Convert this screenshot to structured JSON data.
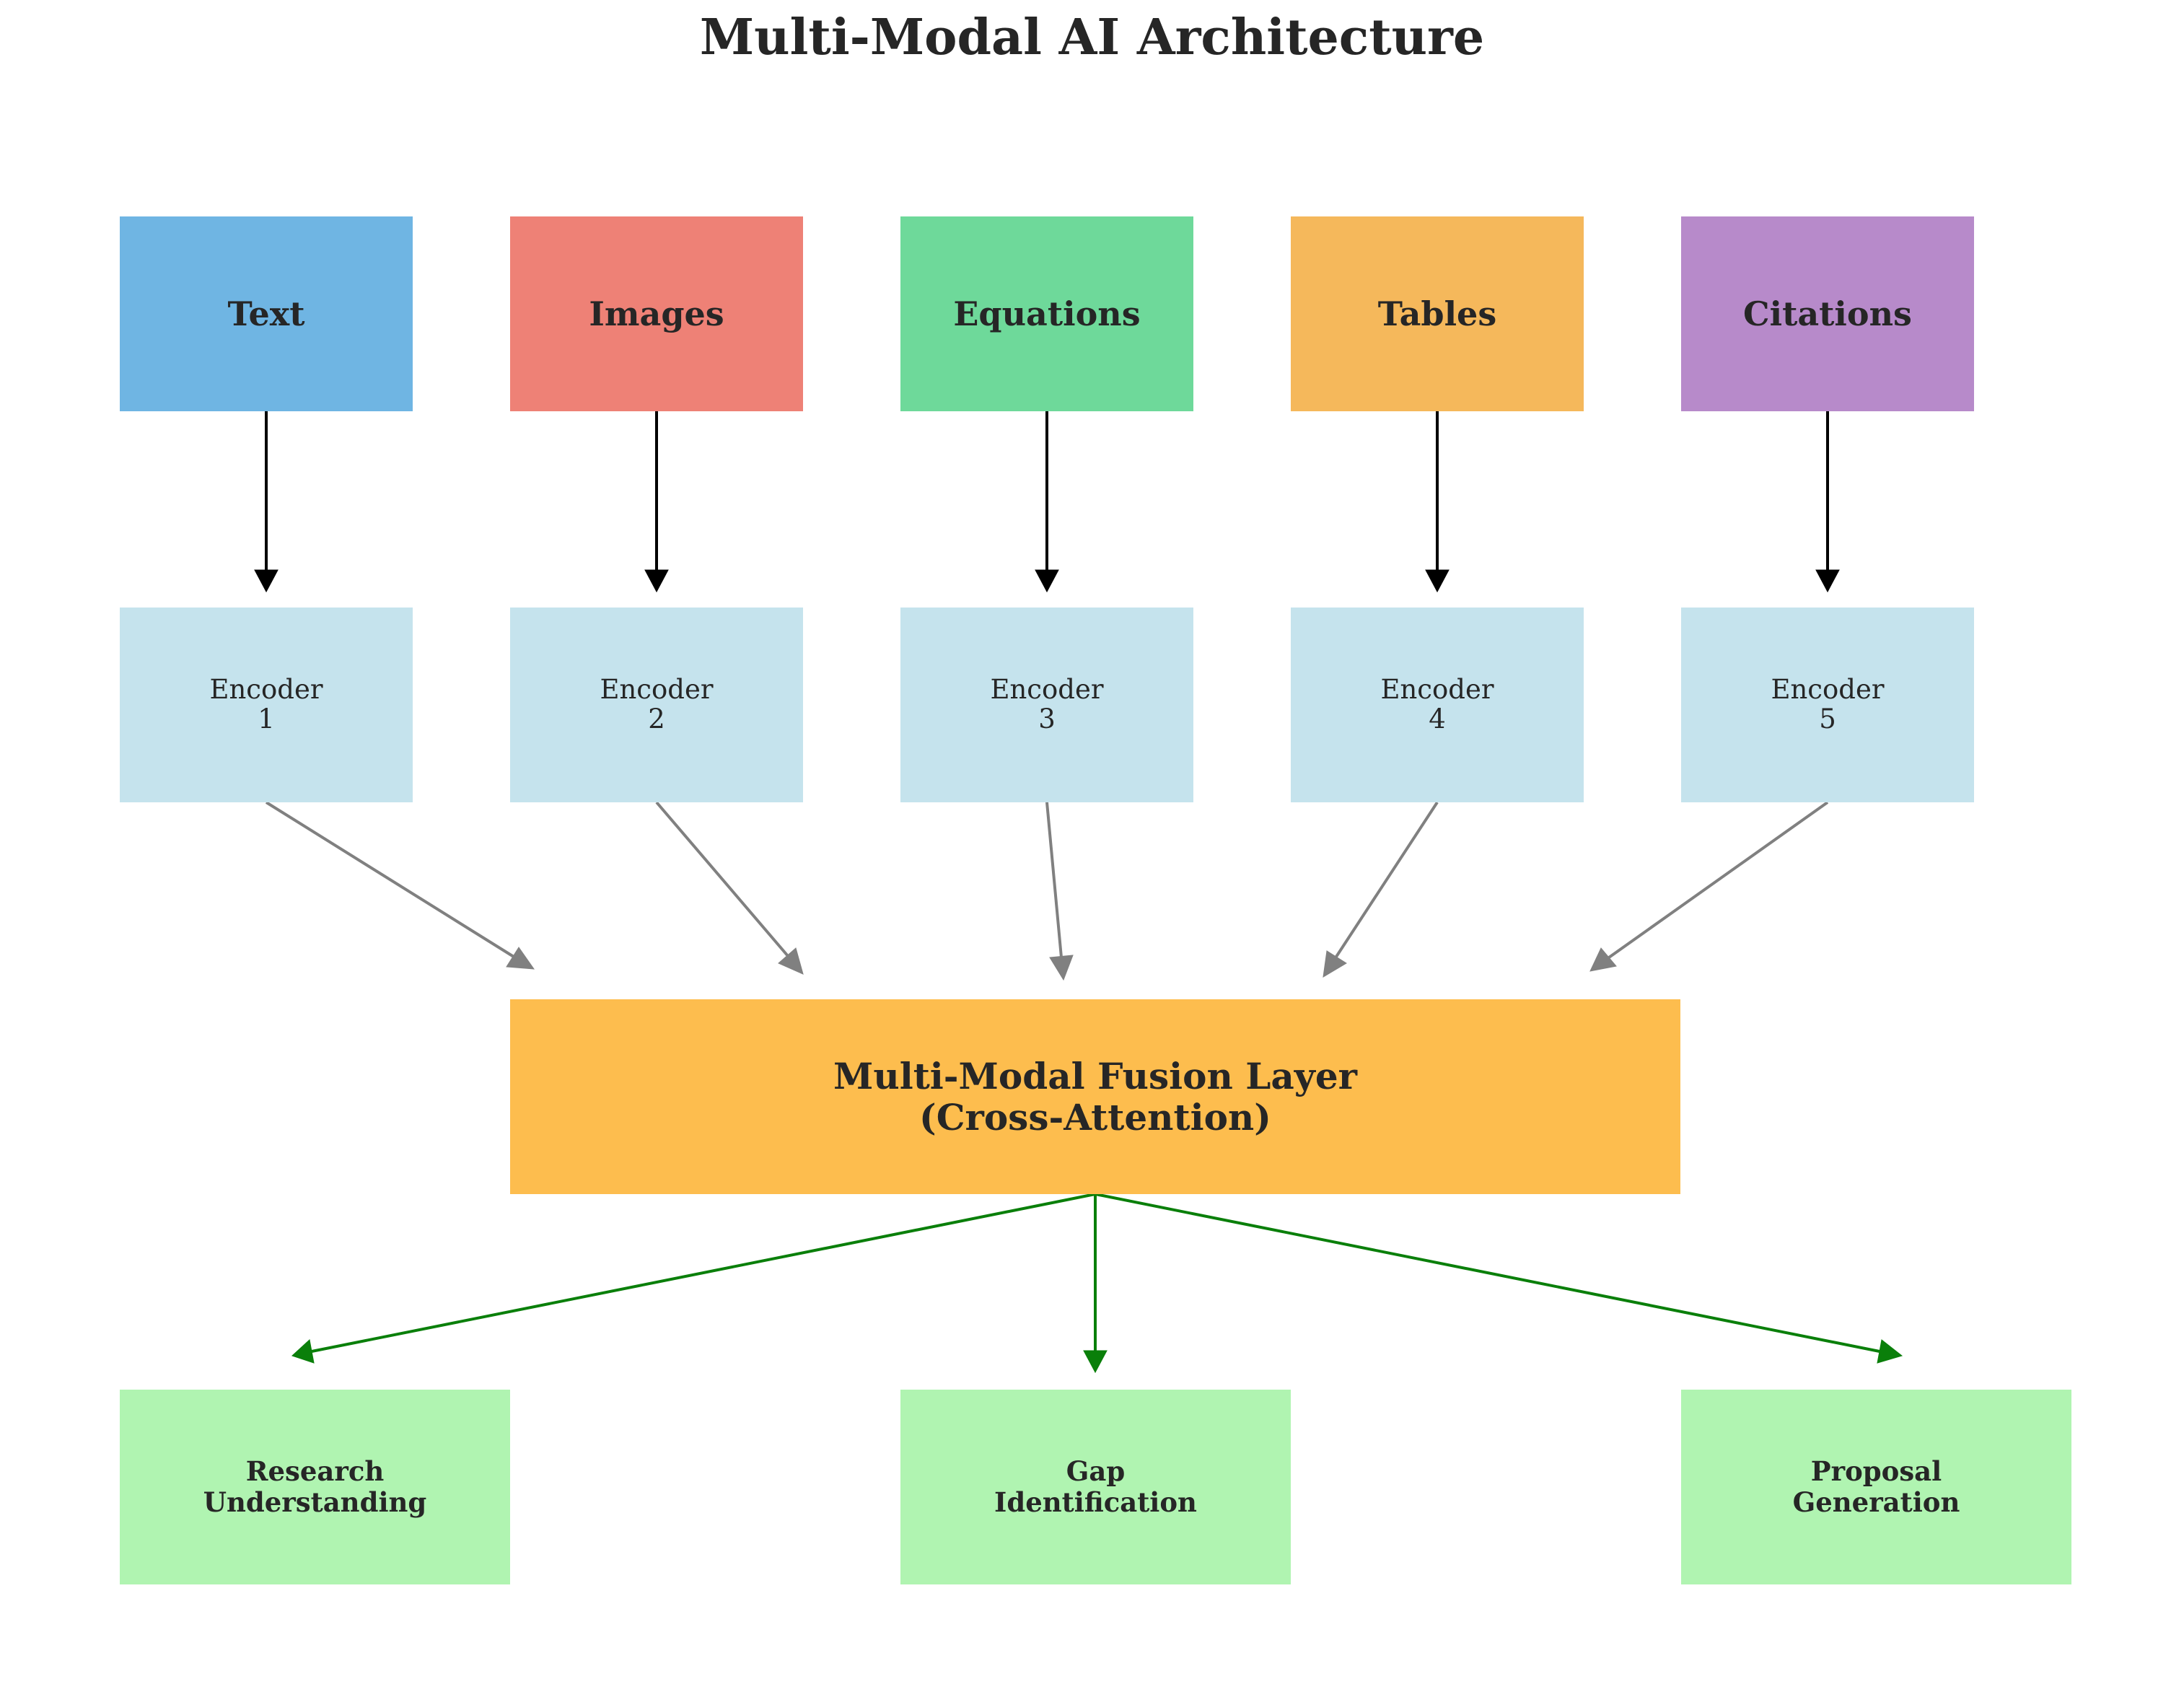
{
  "title": "Multi-Modal AI Architecture",
  "inputs": [
    {
      "label": "Text",
      "color": "#6fb5e3"
    },
    {
      "label": "Images",
      "color": "#ee8176"
    },
    {
      "label": "Equations",
      "color": "#6ed99a"
    },
    {
      "label": "Tables",
      "color": "#f5b85b"
    },
    {
      "label": "Citations",
      "color": "#b78aca"
    }
  ],
  "encoders": [
    {
      "label": "Encoder\n1"
    },
    {
      "label": "Encoder\n2"
    },
    {
      "label": "Encoder\n3"
    },
    {
      "label": "Encoder\n4"
    },
    {
      "label": "Encoder\n5"
    }
  ],
  "fusion": {
    "label": "Multi-Modal Fusion Layer\n(Cross-Attention)",
    "color": "#fdbd4e"
  },
  "outputs": [
    {
      "label": "Research\nUnderstanding"
    },
    {
      "label": "Gap\nIdentification"
    },
    {
      "label": "Proposal\nGeneration"
    }
  ],
  "colors": {
    "encoder_fill": "#c5e3ed",
    "output_fill": "#b0f4b1",
    "input_arrow": "#000000",
    "encoder_arrow": "#808080",
    "output_arrow": "#0a7f0a"
  }
}
